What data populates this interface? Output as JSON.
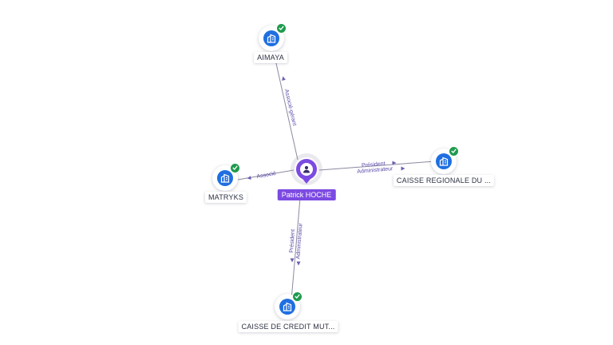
{
  "center": {
    "name": "Patrick HOCHE",
    "icon": "person-icon"
  },
  "companies": [
    {
      "id": "aimaya",
      "name": "AIMAYA",
      "icon": "building-icon",
      "verified": true,
      "relation": [
        "Associé-gérant"
      ]
    },
    {
      "id": "matryks",
      "name": "MATRYKS",
      "icon": "building-icon",
      "verified": true,
      "relation": [
        "Associé"
      ]
    },
    {
      "id": "caisse-regionale",
      "name": "CAISSE REGIONALE DU ...",
      "icon": "building-icon",
      "verified": true,
      "relation": [
        "Président",
        "Administrateur"
      ]
    },
    {
      "id": "caisse-credit",
      "name": "CAISSE DE CREDIT MUT...",
      "icon": "building-icon",
      "verified": true,
      "relation": [
        "Président",
        "Administrateur"
      ]
    }
  ],
  "colors": {
    "person": "#7c4ae2",
    "company": "#1f6fe0",
    "verified": "#1f9b4f",
    "edge": "#8a8aa0",
    "edge_label": "#5b4aa8"
  }
}
